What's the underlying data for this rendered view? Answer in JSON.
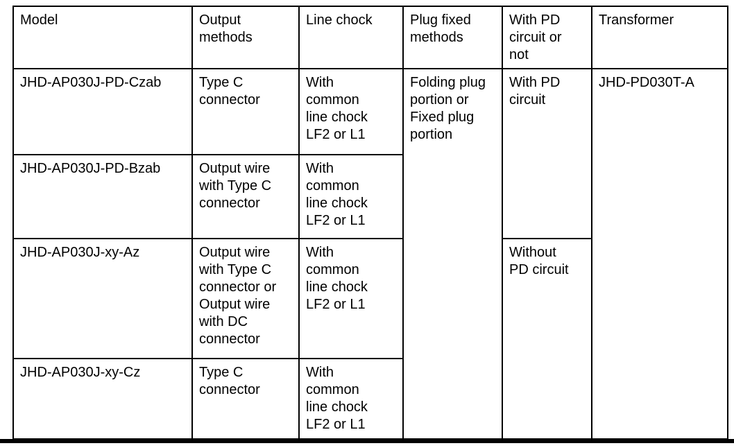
{
  "table": {
    "headers": [
      "Model",
      "Output\nmethods",
      "Line chock",
      "Plug fixed\nmethods",
      "With PD\ncircuit or\nnot",
      "Transformer"
    ],
    "rows": [
      {
        "model": "JHD-AP030J-PD-Czab",
        "output": "Type C\nconnector",
        "line_chock": "With\ncommon\nline chock\nLF2 or L1"
      },
      {
        "model": "JHD-AP030J-PD-Bzab",
        "output": "Output wire\nwith Type C\nconnector",
        "line_chock": "With\ncommon\nline chock\nLF2 or L1"
      },
      {
        "model": "JHD-AP030J-xy-Az",
        "output": "Output wire\nwith Type C\nconnector or\nOutput wire\nwith DC\nconnector",
        "line_chock": "With\ncommon\nline chock\nLF2 or L1"
      },
      {
        "model": "JHD-AP030J-xy-Cz",
        "output": "Type C\nconnector",
        "line_chock": "With\ncommon\nline chock\nLF2 or L1"
      }
    ],
    "plug_fixed_methods": "Folding plug\nportion or\nFixed plug\nportion",
    "with_pd": "With PD\ncircuit",
    "without_pd": "Without\nPD circuit",
    "transformer": "JHD-PD030T-A"
  },
  "colors": {
    "text": "#000000",
    "border": "#000000",
    "background": "#ffffff"
  }
}
